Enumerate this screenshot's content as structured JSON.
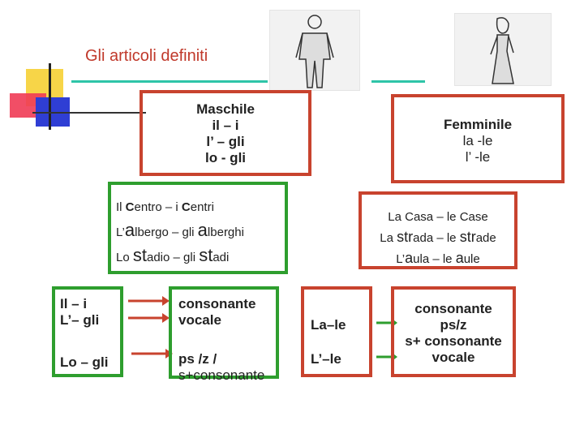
{
  "title": "Gli articoli definiti",
  "maschile": {
    "heading": "Maschile",
    "lines": [
      "il – i",
      "l’ – gli",
      "lo - gli"
    ]
  },
  "femminile": {
    "heading": "Femminile",
    "lines": [
      "la -le",
      "l’ -le"
    ]
  },
  "masc_examples": [
    {
      "a": "Il ",
      "b": "C",
      "c": "entro – i ",
      "d": "C",
      "e": "entri"
    },
    {
      "a": "L’",
      "b": "a",
      "c": "lbergo – gli ",
      "d": "a",
      "e": "lberghi"
    },
    {
      "a": "Lo ",
      "b": "st",
      "c": "adio – gli ",
      "d": "st",
      "e": "adi"
    }
  ],
  "fem_examples": [
    {
      "a": "La ",
      "b": "C",
      "c": "asa – le ",
      "d": "C",
      "e": "ase"
    },
    {
      "a": "La ",
      "b": "str",
      "c": "ada – le ",
      "d": "str",
      "e": "ade"
    },
    {
      "a": "L’",
      "b": "a",
      "c": "ula – le ",
      "d": "a",
      "e": "ule"
    }
  ],
  "rule_left": {
    "a": [
      "Il – i",
      "L’– gli"
    ],
    "b": "Lo – gli"
  },
  "rule_mid": {
    "a": [
      "consonante",
      "vocale"
    ],
    "b": [
      "ps /z /",
      "s+consonante"
    ]
  },
  "rule_fem_left": {
    "a": "La–le",
    "b": "L’–le"
  },
  "rule_fem_right": [
    "consonante",
    "ps/z",
    "s+ consonante",
    "vocale"
  ],
  "colors": {
    "red": "#c8432e",
    "green": "#2e9e2e",
    "title": "#c0392b",
    "line": "#2ec4a8"
  },
  "icons": [
    "man-figure-icon",
    "woman-figure-icon"
  ]
}
